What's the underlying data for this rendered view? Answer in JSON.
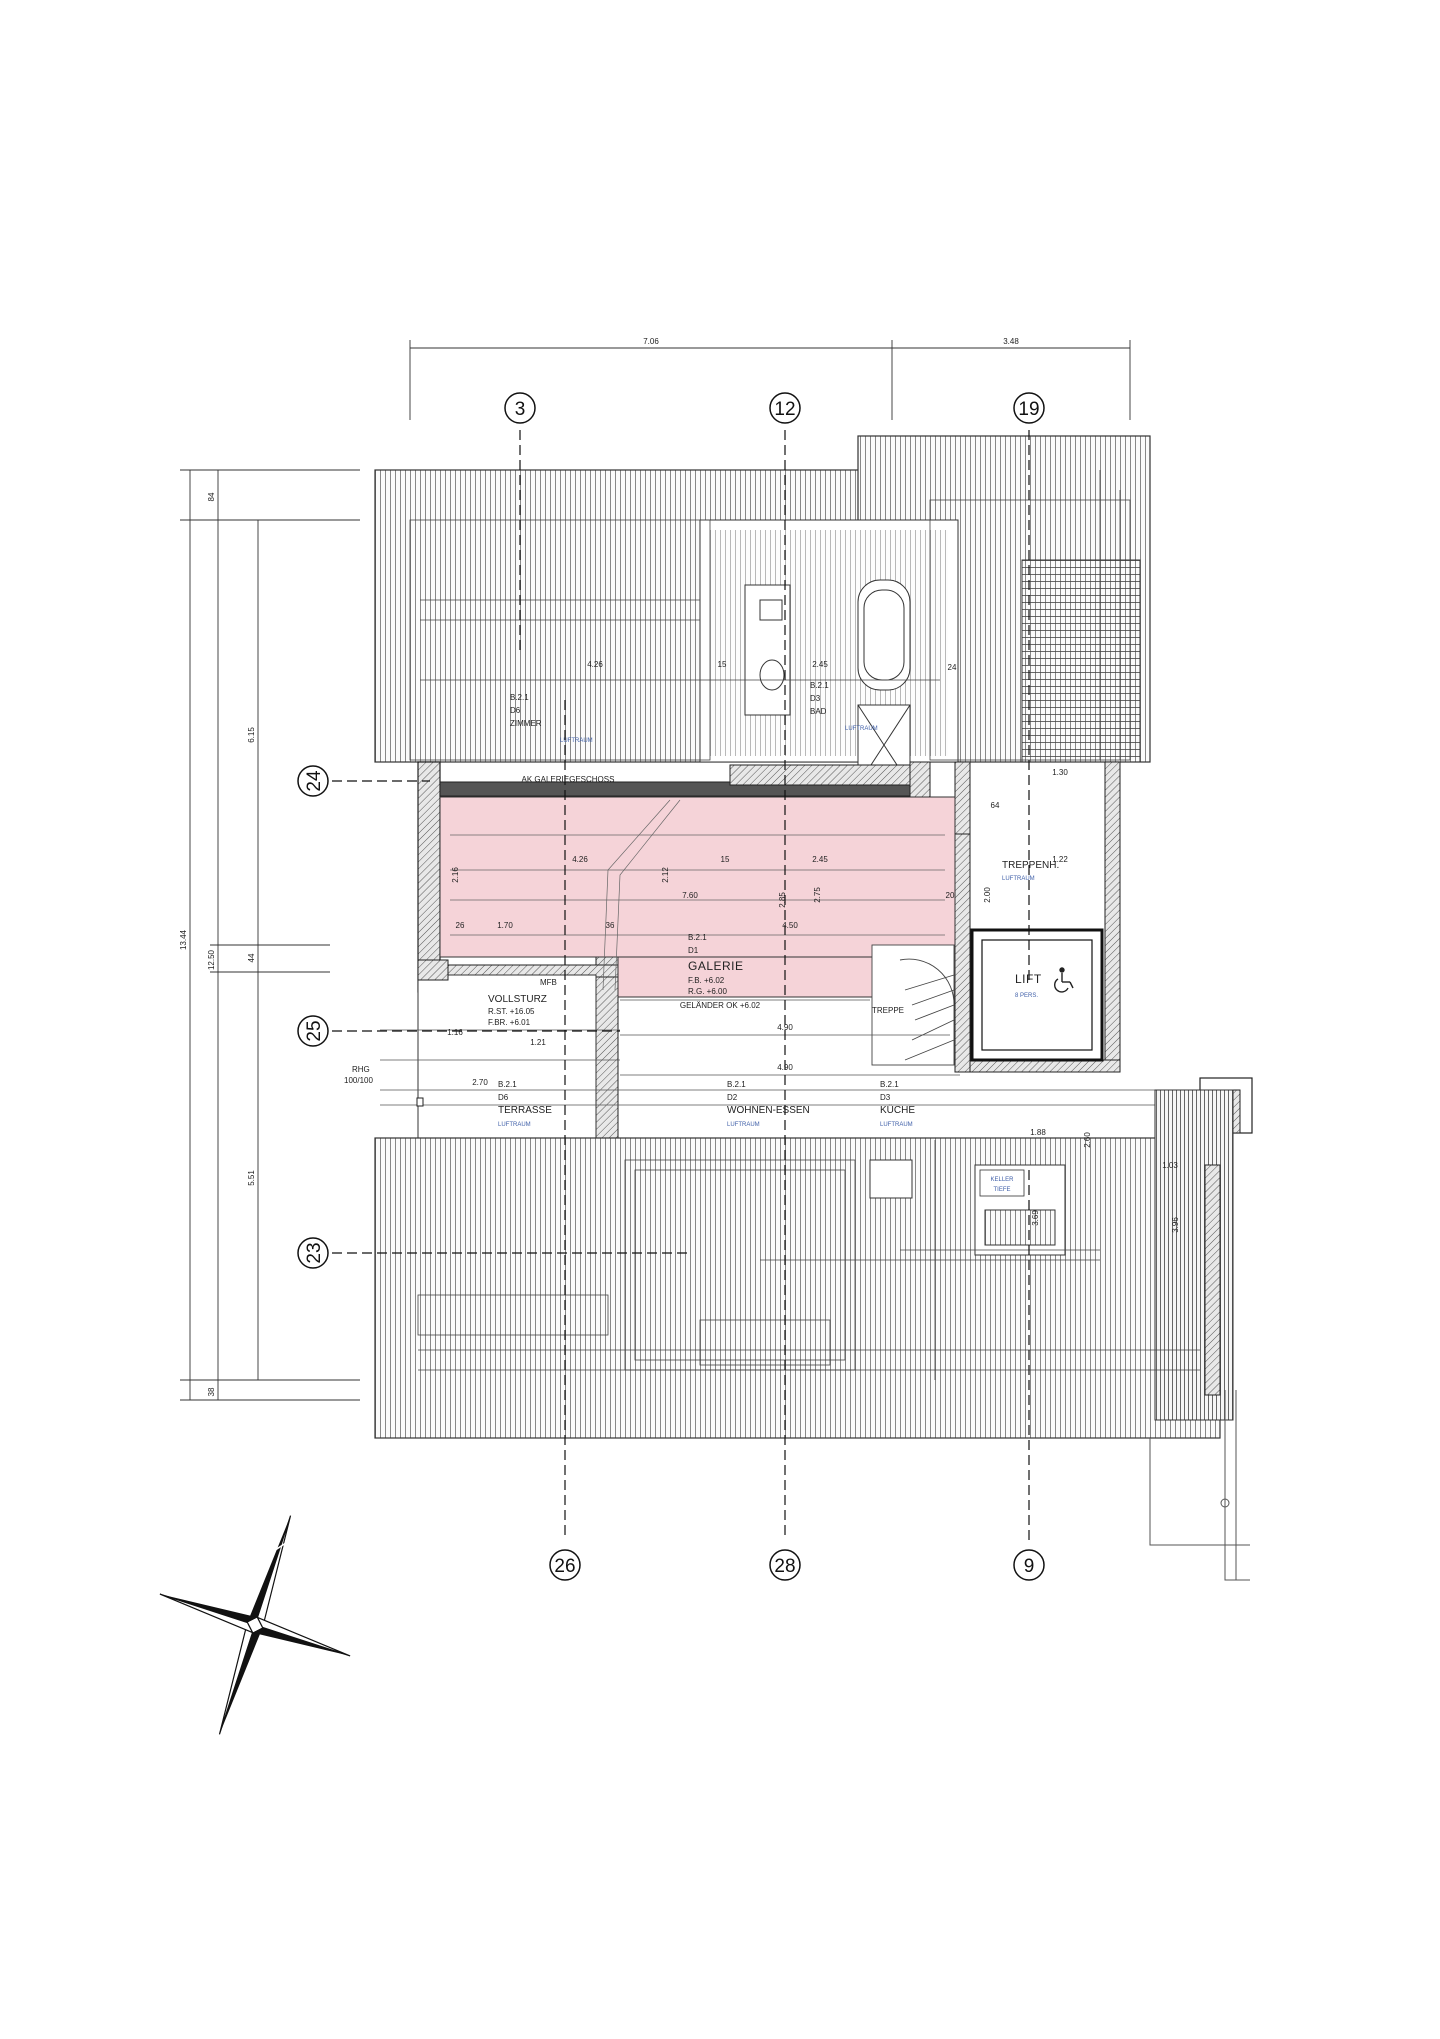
{
  "axes": {
    "top": [
      "3",
      "12",
      "19"
    ],
    "bottom": [
      "26",
      "28",
      "9"
    ],
    "left": [
      "24",
      "25",
      "23"
    ]
  },
  "dimensions": {
    "top": [
      "7.06",
      "3.48"
    ],
    "left_outer": "13.44",
    "left_mid": "12.50",
    "left_segments": [
      "84",
      "6.15",
      "44",
      "5.51",
      "38"
    ],
    "interior": [
      "4.26",
      "2.45",
      "15",
      "7.60",
      "2.12",
      "2.85",
      "2.75",
      "4.50",
      "2.16",
      "26",
      "1.70",
      "36",
      "2.70",
      "4.90",
      "1.88",
      "1.21",
      "1.16",
      "1.22",
      "1.30",
      "64",
      "20",
      "24",
      "2.00",
      "2.60",
      "1.03",
      "3.96",
      "3.69"
    ]
  },
  "labels": {
    "gallery_level": "AK GALERIEGESCHOSS",
    "room_d6_top": {
      "code": "B.2.1",
      "unit": "D6",
      "name": "ZIMMER",
      "note": "LUFTRAUM"
    },
    "room_d3_top": {
      "code": "B.2.1",
      "unit": "D3",
      "name": "BAD",
      "note": "LUFTRAUM"
    },
    "gallery": {
      "code": "B.2.1",
      "unit": "D1",
      "name": "GALERIE",
      "fb": "F.B. +6.02",
      "rg": "R.G. +6.00"
    },
    "railing": "GELÄNDER OK +6.02",
    "stair": "TREPPE",
    "stairwell": {
      "name": "TREPPENH.",
      "note": "LUFTRAUM"
    },
    "lift": {
      "name": "LIFT",
      "note": "8 PERS."
    },
    "vollsturz": {
      "title": "VOLLSTURZ",
      "tag": "MFB",
      "rst": "R.ST. +16.05",
      "fbr": "F.BR. +6.01"
    },
    "rs_tag": {
      "line1": "RHG",
      "line2": "100/100"
    },
    "terrace": {
      "code": "B.2.1",
      "unit": "D6",
      "name": "TERRASSE",
      "note": "LUFTRAUM"
    },
    "living": {
      "code": "B.2.1",
      "unit": "D2",
      "name": "WOHNEN-ESSEN",
      "note": "LUFTRAUM"
    },
    "kitchen": {
      "code": "B.2.1",
      "unit": "D3",
      "name": "KÜCHE",
      "note": "LUFTRAUM"
    },
    "cellar": {
      "line1": "KELLER",
      "line2": "TIEFE"
    }
  },
  "colors": {
    "gallery_fill": "#f5d3d8",
    "line": "#333333",
    "wall": "#2a2a2a"
  },
  "icons": [
    "north-arrow-icon",
    "wheelchair-icon"
  ]
}
